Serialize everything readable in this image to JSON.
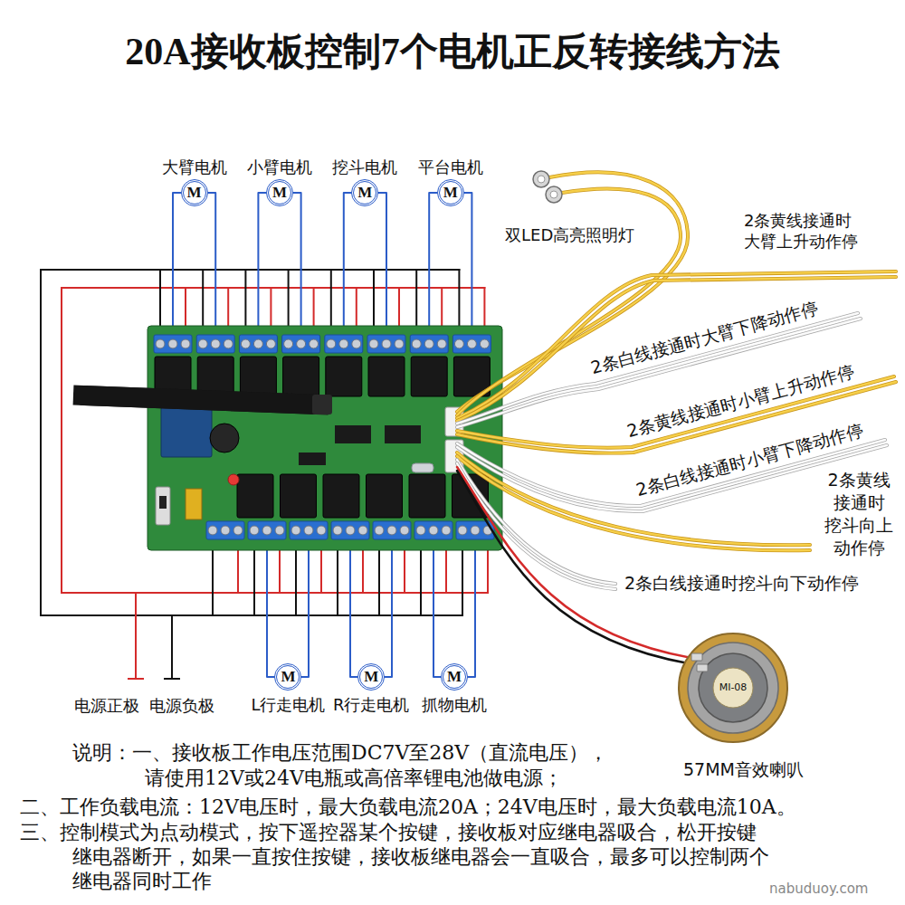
{
  "diagram": {
    "title": "20A接收板控制7个电机正反转接线方法",
    "nodes": [
      {
        "text": [
          "大臂电机",
          "M"
        ]
      },
      {
        "text": [
          "小臂电机",
          "M"
        ]
      },
      {
        "text": [
          "挖斗电机",
          "M"
        ]
      },
      {
        "text": [
          "平台电机",
          "M"
        ]
      },
      {
        "text": [
          "M",
          "L行走电机"
        ]
      },
      {
        "text": [
          "M",
          "R行走电机"
        ]
      },
      {
        "text": [
          "M",
          "抓物电机"
        ]
      }
    ],
    "labels": [
      "双LED高亮照明灯",
      "2条黄线接通时 大臂上升动作停",
      "2条白线接通时大臂下降动作停",
      "2条黄线接通时小臂上升动作停",
      "2条白线接通时小臂下降动作停",
      "2条黄线 接通时 挖斗向上 动作停",
      "2条白线接通时挖斗向下动作停",
      "电源正极",
      "电源负极",
      "MI-08",
      "57MM音效喇叭",
      "说明：一、接收板工作电压范围DC7V至28V（直流电压）， 请使用12V或24V电瓶或高倍率锂电池做电源；",
      "二、工作负载电流：12V电压时，最大负载电流20A；24V电压时，最大负载电流10A。",
      "三、控制模式为点动模式，按下遥控器某个按键，接收板对应继电器吸合，松开按键 继电器断开，如果一直按住按键，接收板继电器会一直吸合，最多可以控制两个 继电器同时工作",
      "nabuduoy.com"
    ]
  }
}
